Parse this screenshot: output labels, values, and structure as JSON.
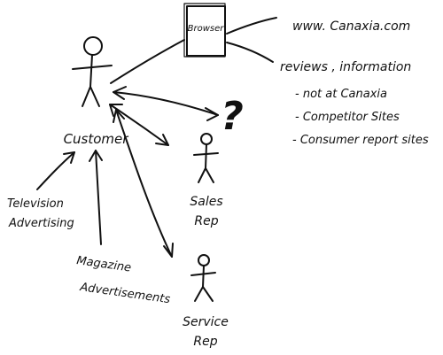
{
  "colors": {
    "ink": "#111111",
    "paper": "#ffffff"
  },
  "nodes": {
    "browser": {
      "label": "Browser"
    },
    "customer": {
      "label": "Customer"
    },
    "sales_rep": {
      "label_line1": "Sales",
      "label_line2": "Rep"
    },
    "service_rep": {
      "label_line1": "Service",
      "label_line2": "Rep"
    },
    "question": {
      "label": "?"
    }
  },
  "notes": {
    "url": "www. Canaxia.com",
    "reviews": "reviews , information",
    "bullets": [
      "- not at Canaxia",
      "- Competitor Sites",
      "- Consumer report sites"
    ]
  },
  "sources": {
    "television": {
      "line1": "Television",
      "line2": "Advertising"
    },
    "magazine": {
      "line1": "Magazine",
      "line2": "Advertisements"
    }
  }
}
